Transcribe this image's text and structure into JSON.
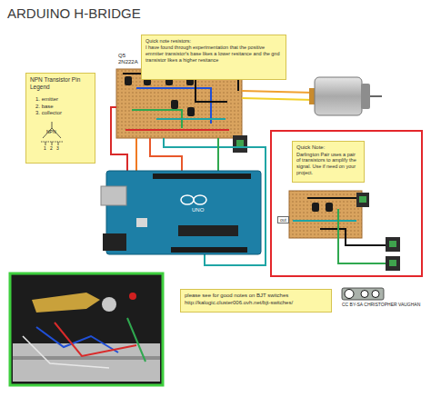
{
  "diagram": {
    "title": "ARDUINO H-BRIDGE",
    "nodes": [
      {
        "text": [
          "Quick note resistors:",
          "I have found through experimentation that the positive emmiter transistor's base likes a lower resitance and the gnd transistor likes a higher resitance"
        ]
      },
      {
        "text": [
          "NPN Transistor Pin Legend",
          "1. emitter",
          "2. base",
          "3. collector"
        ]
      },
      {
        "text": [
          "out"
        ]
      },
      {
        "text": [
          "Quick Note:",
          "Darlington Pair uses a pair of transistors to amplify the signal. Use if need on your project."
        ],
        "in": 2
      },
      {
        "text": [
          "please see for good notes on BJT switches",
          "http://kalogic.cluster006.ovh.net/bjt-switches/"
        ]
      }
    ],
    "labels": [
      "Q5",
      "2N222A",
      "NPN",
      "1",
      "2",
      "3",
      "UNO",
      "CC BY-SA CHRISTOPHER VAUGHAN"
    ]
  }
}
